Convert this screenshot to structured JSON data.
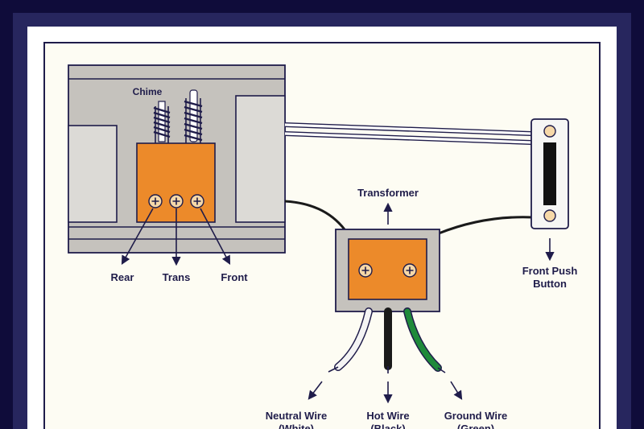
{
  "colors": {
    "outer_frame": "#0f0c3a",
    "inner_frame": "#27265e",
    "paper": "#fdfcf3",
    "chime_housing": "#c5c2bd",
    "terminal_block": "#ec8a2a",
    "terminal_screw": "#f6d8a8",
    "ink": "#1f1c4a",
    "neutral_wire": "#f4f4f4",
    "hot_wire": "#1a1a1a",
    "ground_wire": "#1f8a3a"
  },
  "labels": {
    "chime": "Chime",
    "rear": "Rear",
    "trans": "Trans",
    "front": "Front",
    "transformer": "Transformer",
    "front_push_button_line1": "Front Push",
    "front_push_button_line2": "Button",
    "neutral_line1": "Neutral Wire",
    "neutral_line2": "(White)",
    "hot_line1": "Hot Wire",
    "hot_line2": "(Black)",
    "ground_line1": "Ground Wire",
    "ground_line2": "(Green)"
  },
  "icons": {
    "terminal_screw": "plus-screw-icon",
    "arrow": "arrow-icon",
    "spring": "spring-coil-icon"
  }
}
